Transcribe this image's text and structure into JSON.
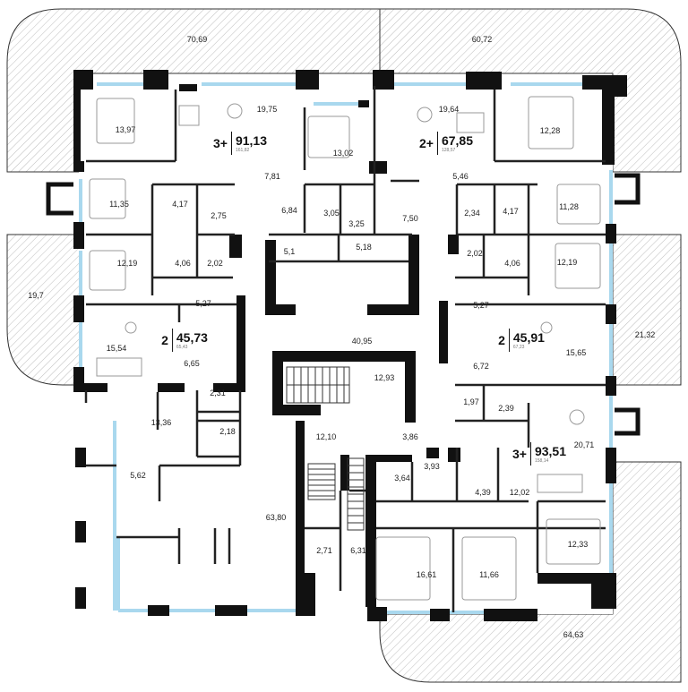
{
  "terrace_labels": {
    "nw": "70,69",
    "ne": "60,72",
    "w": "19,7",
    "e": "21,32",
    "se": "64,63"
  },
  "apartments": [
    {
      "rooms": "3+",
      "area": "91,13",
      "sub": "161,82"
    },
    {
      "rooms": "2+",
      "area": "67,85",
      "sub": "128,57"
    },
    {
      "rooms": "2",
      "area": "45,73",
      "sub": "65,43"
    },
    {
      "rooms": "2",
      "area": "45,91",
      "sub": "67,23"
    },
    {
      "rooms": "3+",
      "area": "93,51",
      "sub": "158,14"
    }
  ],
  "room_labels": [
    "19,75",
    "13,97",
    "13,02",
    "7,81",
    "11,35",
    "4,17",
    "2,75",
    "6,84",
    "3,05",
    "3,25",
    "12,19",
    "4,06",
    "2,02",
    "5,1",
    "5,18",
    "5,27",
    "15,54",
    "6,65",
    "19,64",
    "12,28",
    "5,46",
    "11,28",
    "4,17",
    "2,34",
    "7,50",
    "2,02",
    "4,06",
    "12,19",
    "5,27",
    "15,65",
    "6,72",
    "40,95",
    "12,93",
    "2,31",
    "13,36",
    "2,18",
    "1,97",
    "2,39",
    "20,71",
    "3,86",
    "12,10",
    "3,93",
    "3,64",
    "4,39",
    "12,02",
    "5,62",
    "63,80",
    "12,33",
    "2,71",
    "6,31",
    "16,61",
    "11,66"
  ]
}
